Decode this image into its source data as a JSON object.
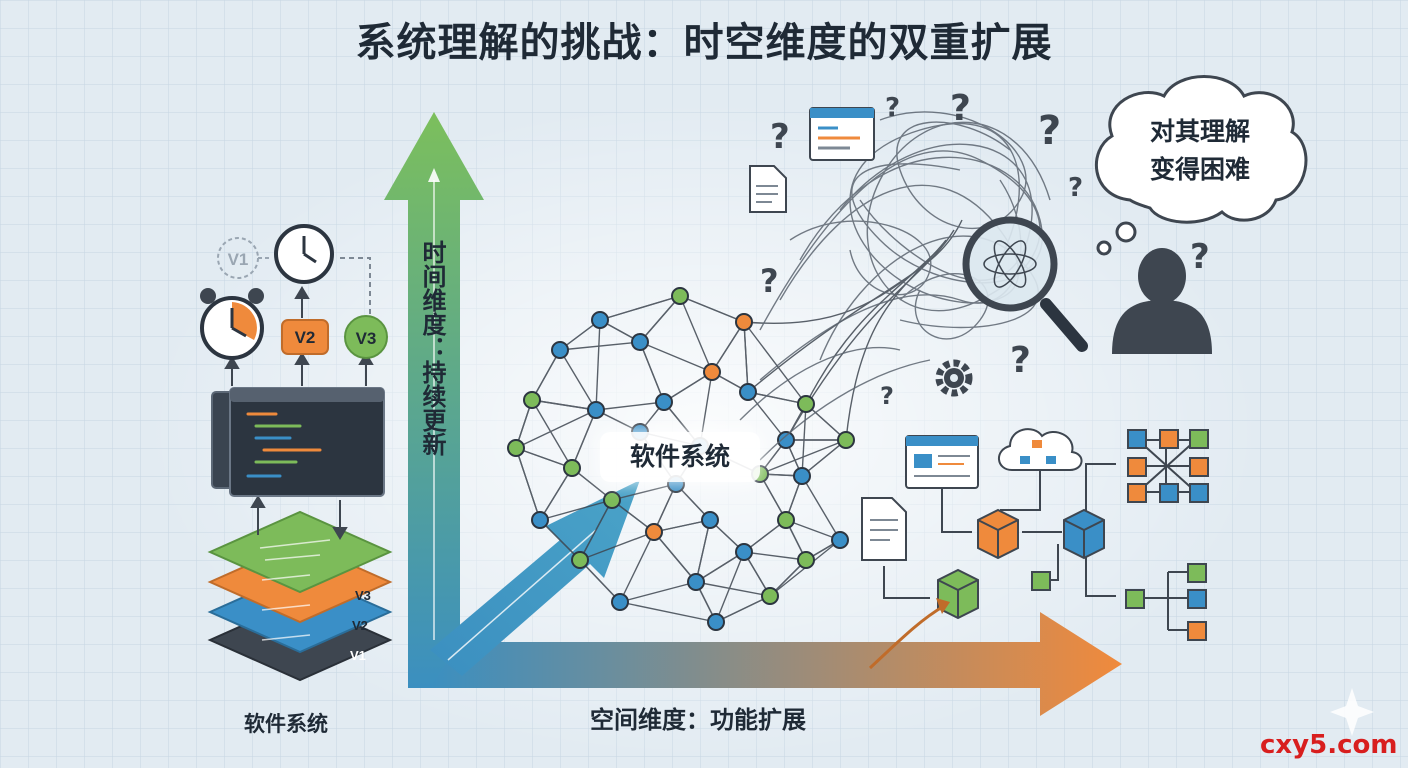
{
  "title": "系统理解的挑战：时空维度的双重扩展",
  "time_axis_label": "时间维度：持续更新",
  "space_axis_label": "空间维度：功能扩展",
  "core_label": "软件系统",
  "left_caption": "软件系统",
  "thought_bubble": {
    "line1": "对其理解",
    "line2": "变得困难"
  },
  "versions": {
    "v1": "V1",
    "v2": "V2",
    "v3": "V3"
  },
  "layers": [
    "V3",
    "V2",
    "V1"
  ],
  "watermark": "cxy5.com",
  "colors": {
    "green_arrow": "#7cbf5c",
    "blue_arrow": "#3b8fc0",
    "orange_arrow": "#f08a3c",
    "node_blue": "#3a8fc7",
    "node_green": "#7dbb5a",
    "node_orange": "#ef8a3c",
    "dark": "#1f2a36"
  }
}
